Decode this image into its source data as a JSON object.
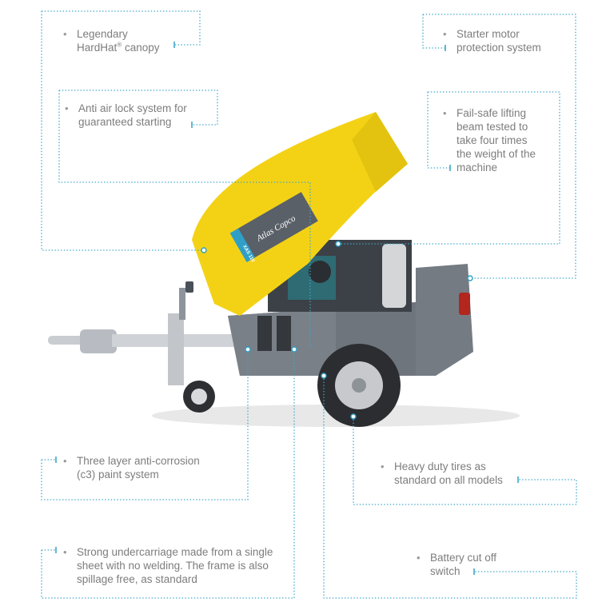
{
  "callouts": {
    "canopy": {
      "line1": "Legendary",
      "line2_a": "HardHat",
      "line2_reg": "®",
      "line2_b": " canopy"
    },
    "starter": {
      "line1": "Starter motor",
      "line2": "protection system"
    },
    "airlock": {
      "line1": "Anti air lock system for",
      "line2": "guaranteed starting"
    },
    "lifting": {
      "line1": "Fail-safe lifting",
      "line2": "beam tested to",
      "line3": "take four times",
      "line4": "the weight of the",
      "line5": "machine"
    },
    "paint": {
      "line1": "Three layer anti-corrosion",
      "line2": "(c3) paint system"
    },
    "tires": {
      "line1": "Heavy duty tires as",
      "line2": "standard on all models"
    },
    "undercarriage": {
      "line1": "Strong undercarriage made from a single",
      "line2": "sheet with no welding. The frame is also",
      "line3": "spillage free, as standard"
    },
    "battery": {
      "line1": "Battery cut off",
      "line2": "switch"
    }
  },
  "machine": {
    "brand_label": "Atlas Copco",
    "model_label": "XAS 110"
  },
  "colors": {
    "canopy_yellow": "#f3d216",
    "body_grey": "#6f757d",
    "accent_blue": "#2f9fc6",
    "text_grey": "#7d7d7d"
  }
}
